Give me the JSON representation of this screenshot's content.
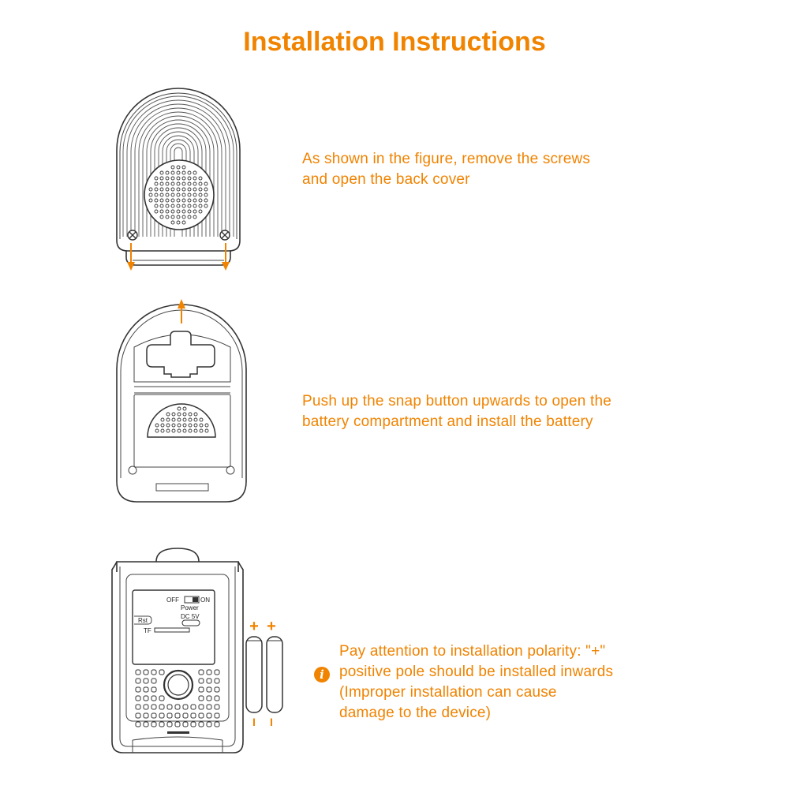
{
  "title": "Installation Instructions",
  "colors": {
    "accent": "#F08300",
    "ink": "#333333"
  },
  "steps": [
    {
      "lines": [
        "As shown in the figure, remove the screws",
        "and open the back cover"
      ]
    },
    {
      "lines": [
        "Push up the snap button upwards to open the",
        "battery compartment and install the battery"
      ]
    },
    {
      "lines": [
        "Pay attention to installation polarity: \"+\"",
        "positive pole should be installed inwards",
        "(Improper installation can cause",
        "damage to the device)"
      ]
    }
  ],
  "info_icon": {
    "name": "info-icon",
    "glyph": "i"
  },
  "device_labels": {
    "off": "OFF",
    "on": "ON",
    "power": "Power",
    "dc": "DC 5V",
    "rst": "Rst",
    "tf": "TF"
  },
  "battery_marks": {
    "plus": "+",
    "minus": "I"
  }
}
